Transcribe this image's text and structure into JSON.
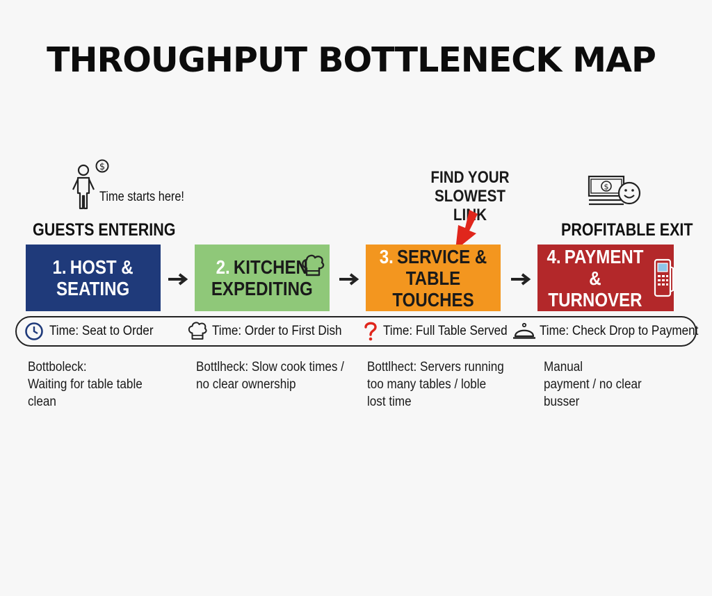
{
  "title": "THROUGHPUT BOTTLENECK MAP",
  "start": {
    "label": "GUESTS ENTERING",
    "note": "Time starts here!"
  },
  "callout": {
    "line1": "FIND YOUR",
    "line2": "SLOWEST LINK"
  },
  "exit": {
    "label": "PROFITABLE EXIT"
  },
  "stages": [
    {
      "num": "1.",
      "line1": "HOST &",
      "line2": "SEATING",
      "color": "#1f3a7a",
      "text_color": "#ffffff",
      "num_color": "#ffffff",
      "icon": ""
    },
    {
      "num": "2.",
      "line1": "KITCHEN",
      "line2": "EXPEDITING",
      "color": "#8fc879",
      "text_color": "#1a1a1a",
      "num_color": "#ffffff",
      "icon": "chef-hat-icon"
    },
    {
      "num": "3.",
      "line1": "SERVICE &",
      "line2": "TABLE TOUCHES",
      "color": "#f3961f",
      "text_color": "#1a1a1a",
      "num_color": "#ffffff",
      "icon": ""
    },
    {
      "num": "4.",
      "line1": "PAYMENT",
      "line2": "& TURNOVER",
      "color": "#b3282a",
      "text_color": "#ffffff",
      "num_color": "#ffffff",
      "icon": "card-terminal-icon"
    }
  ],
  "times": [
    {
      "icon": "clock-icon",
      "label": "Time: Seat to Order"
    },
    {
      "icon": "chef-hat-icon",
      "label": "Time: Order to First Dish"
    },
    {
      "icon": "question-icon",
      "label": "Time: Full Table Served"
    },
    {
      "icon": "cloche-icon",
      "label": "Time: Check Drop to Payment"
    }
  ],
  "bottlenecks": [
    {
      "lines": [
        "Bottboleck:",
        "Waiting for table  table",
        "clean"
      ]
    },
    {
      "lines": [
        "Bottlheck: Slow cook times /",
        "no clear ownership"
      ]
    },
    {
      "lines": [
        "Bottlhect: Servers running",
        "too many tables / loble",
        "lost time"
      ]
    },
    {
      "lines": [
        "Manual",
        "payment / no clear",
        "busser"
      ]
    }
  ],
  "colors": {
    "accent_red": "#e0261c",
    "outline": "#222222"
  }
}
